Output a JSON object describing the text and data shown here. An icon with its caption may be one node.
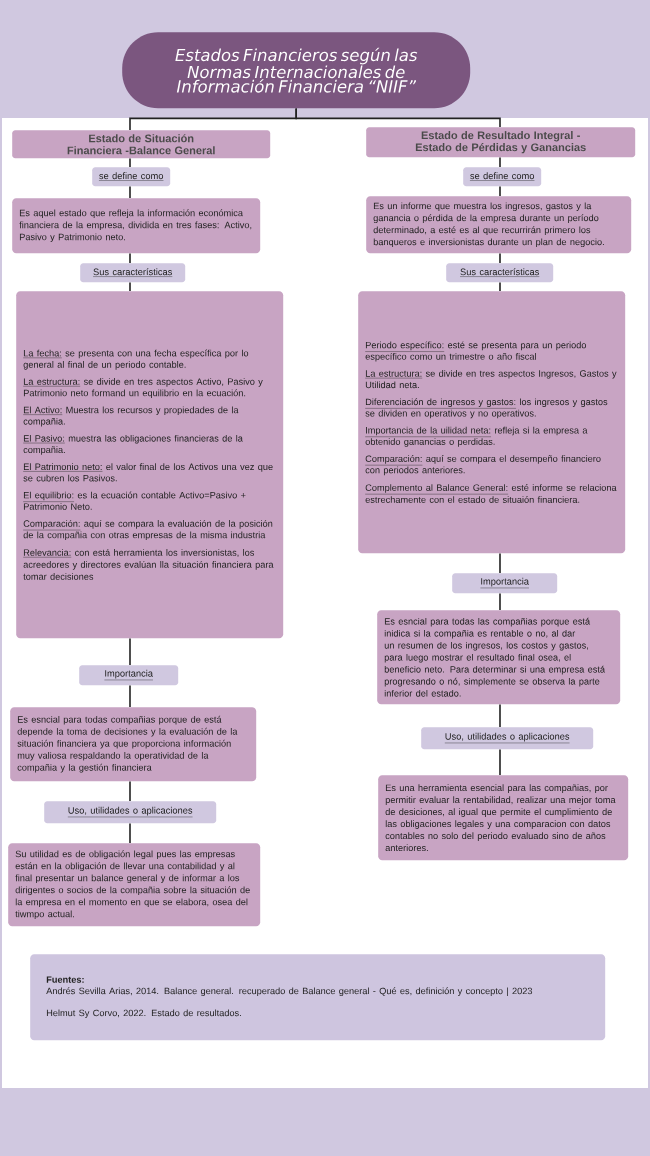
{
  "diagram": {
    "nodes": [
      {
        "text": [
          "Estados Financieros según las Normas Internacionales de Información Financiera “NIIF”"
        ]
      },
      {
        "text": [
          "Estado de Situación Financiera -Balance General"
        ]
      },
      {
        "text": [
          "se define como"
        ]
      },
      {
        "text": [
          "Es aquel estado que refleja la información económica financiera de la empresa, dividida en tres fases: Activo, Pasivo y Patrimonio neto."
        ]
      },
      {
        "text": [
          "Sus características"
        ]
      },
      {
        "text": [
          "La fecha:",
          "se presenta con una fecha específica por lo general al final de un periodo contable.",
          "La estructura:",
          "se divide en tres aspectos Activo, Pasivo y Patrimonio neto formand un equilibrio en la ecuación.",
          "El Activo:",
          "Muestra los recursos y propiedades de la compañia.",
          "El Pasivo:",
          "muestra las obligaciones financieras de la compañia.",
          "El Patrimonio neto:",
          "el valor final de los Activos una vez que se cubren los Pasivos.",
          "El equilibrio:",
          "es la ecuación contable Activo=Pasivo + Patrimonio Neto.",
          "Comparación:",
          "aquí se compara la evaluación de la posición de la compañia con otras empresas de la misma industria",
          "Relevancia:",
          "con está herramienta los inversionistas, los acreedores y directores evalúan lla situación financiera para tomar decisiones"
        ]
      },
      {
        "text": [
          "Importancia"
        ]
      },
      {
        "text": [
          "Es esncial para todas compañias porque de está depende la toma de decisiones y la evaluación de la situación financiera ya que proporciona información muy valiosa respaldando la operatividad de la compañia y la gestión financiera"
        ]
      },
      {
        "text": [
          "Uso, utilidades o aplicaciones"
        ]
      },
      {
        "text": [
          "Su utilidad es de obligación legal pues las empresas están en la obligación de llevar una contabilidad y al final presentar un balance general y de informar a los dirigentes o socios de la compañia sobre la situación de la empresa en el momento en que se elabora, osea del tiwmpo actual."
        ]
      },
      {
        "text": [
          "Estado de Resultado Integral - Estado de Pérdidas y Ganancias"
        ]
      },
      {
        "text": [
          "se define como"
        ]
      },
      {
        "text": [
          "Es un informe que muestra los ingresos, gastos y la ganancia o pérdida de la empresa durante un período determinado, a esté es al que recurrirán primero los banqueros e inversionistas durante un plan de negocio."
        ]
      },
      {
        "text": [
          "Sus características"
        ]
      },
      {
        "text": [
          "Periodo específico:",
          "esté se presenta para un periodo específico como un trimestre o año fiscal",
          "La estructura:",
          "se divide en tres aspectos Ingresos, Gastos y Utilidad neta.",
          "Diferenciación de ingresos y gastos:",
          "los ingresos y gastos se dividen en operativos y no operativos.",
          "Importancia de la uilidad neta:",
          "refleja si la empresa a obtenido ganancias o perdidas.",
          "Comparación:",
          "aquí se compara el desempeño financiero con periodos anteriores.",
          "Complemento al Balance General:",
          "esté informe se relaciona estrechamente con el estado de situaión financiera."
        ]
      },
      {
        "text": [
          "Importancia"
        ]
      },
      {
        "text": [
          "Es esncial para todas las compañias porque está inidica si la compañia es rentable o no, al dar un resumen de los ingresos, los costos y gastos, para luego mostrar el resultado final osea, el beneficio neto. Para determinar si una empresa está progresando o nó, simplemente se observa la parte inferior del estado."
        ]
      },
      {
        "text": [
          "Uso, utilidades o aplicaciones"
        ]
      },
      {
        "text": [
          "Es una herramienta esencial para las compañias, por permitir evaluar la rentabilidad, realizar una mejor toma de desiciones, al igual que permite el cumplimiento de las obligaciones legales y una comparacion con datos contables no solo del periodo evaluado sino de años anteriores."
        ]
      },
      {
        "text": [
          "Fuentes:",
          "Andrés Sevilla Arias, 2014. Balance general. recuperado de Balance general - Qué es, definición y concepto | 2023",
          "Helmut Sy Corvo, 2022. Estado de resultados."
        ]
      }
    ],
    "edges": [
      {
        "from": 0,
        "to": 1,
        "arrow": "none"
      },
      {
        "from": 1,
        "to": 2,
        "arrow": "none"
      },
      {
        "from": 2,
        "to": 3,
        "arrow": "none"
      },
      {
        "from": 3,
        "to": 4,
        "arrow": "none"
      },
      {
        "from": 4,
        "to": 5,
        "arrow": "none"
      },
      {
        "from": 5,
        "to": 6,
        "arrow": "none"
      },
      {
        "from": 6,
        "to": 7,
        "arrow": "none"
      },
      {
        "from": 7,
        "to": 8,
        "arrow": "none"
      },
      {
        "from": 8,
        "to": 9,
        "arrow": "none"
      },
      {
        "from": 0,
        "to": 10,
        "arrow": "none"
      },
      {
        "from": 10,
        "to": 11,
        "arrow": "none"
      },
      {
        "from": 11,
        "to": 12,
        "arrow": "none"
      },
      {
        "from": 12,
        "to": 13,
        "arrow": "none"
      },
      {
        "from": 13,
        "to": 14,
        "arrow": "none"
      },
      {
        "from": 14,
        "to": 15,
        "arrow": "none"
      },
      {
        "from": 15,
        "to": 16,
        "arrow": "none"
      },
      {
        "from": 16,
        "to": 17,
        "arrow": "none"
      },
      {
        "from": 17,
        "to": 18,
        "arrow": "none"
      }
    ]
  }
}
